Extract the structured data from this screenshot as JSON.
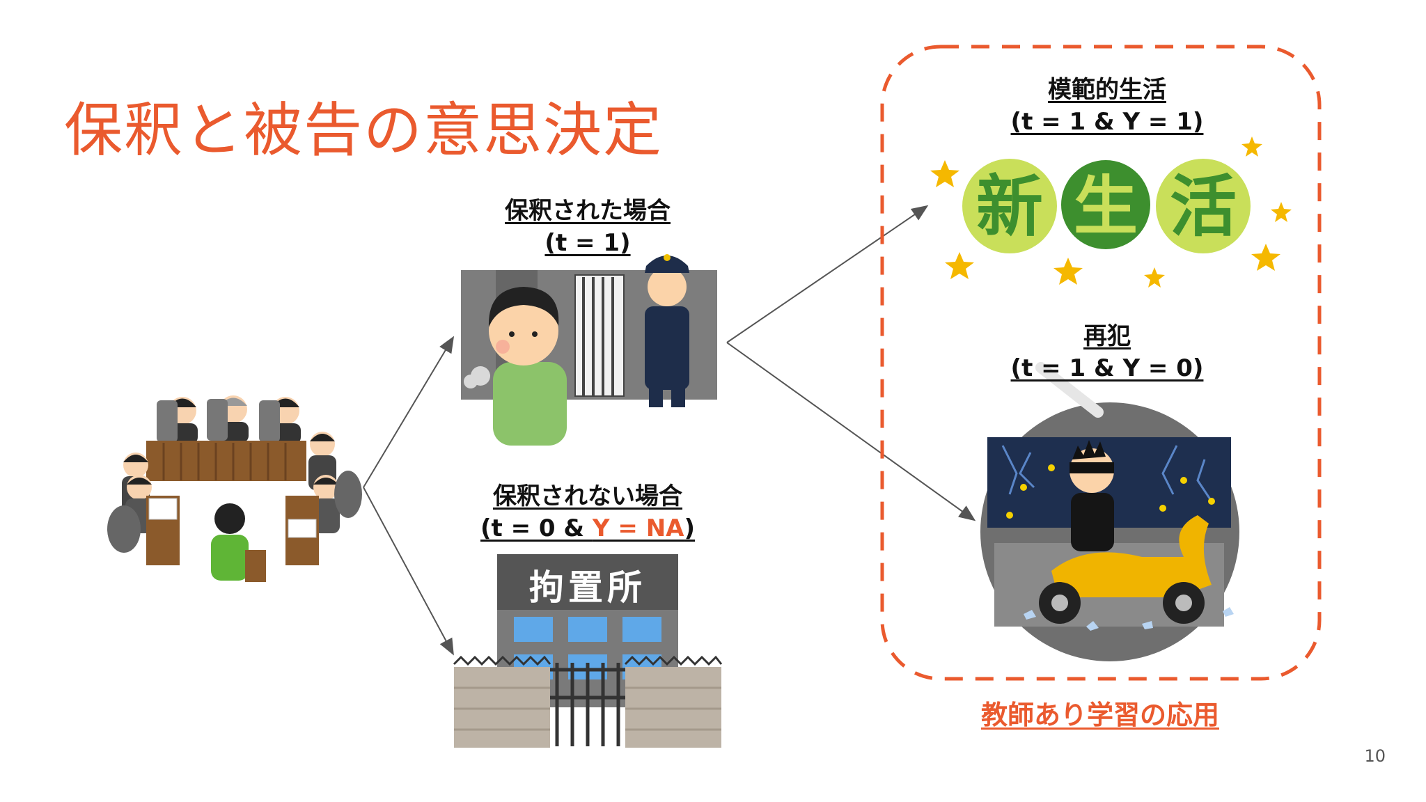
{
  "slide": {
    "title": "保釈と被告の意思決定",
    "page_number": "10"
  },
  "branches": {
    "bail": {
      "title": "保釈された場合",
      "condition": "(t = 1)"
    },
    "no_bail": {
      "title": "保釈されない場合",
      "condition_prefix": "(t = 0 & ",
      "condition_highlight": "Y = NA",
      "condition_suffix": ")"
    }
  },
  "outcomes": {
    "good": {
      "title": "模範的生活",
      "condition": "(t = 1 & Y = 1)",
      "illustration_text": [
        "新",
        "生",
        "活"
      ]
    },
    "reoffend": {
      "title": "再犯",
      "condition": "(t = 1 & Y = 0)"
    }
  },
  "detention_center_sign": "拘置所",
  "applications_label": "教師あり学習の応用",
  "colors": {
    "accent": "#ea5a2e",
    "text": "#111111",
    "arrow": "#555555"
  }
}
